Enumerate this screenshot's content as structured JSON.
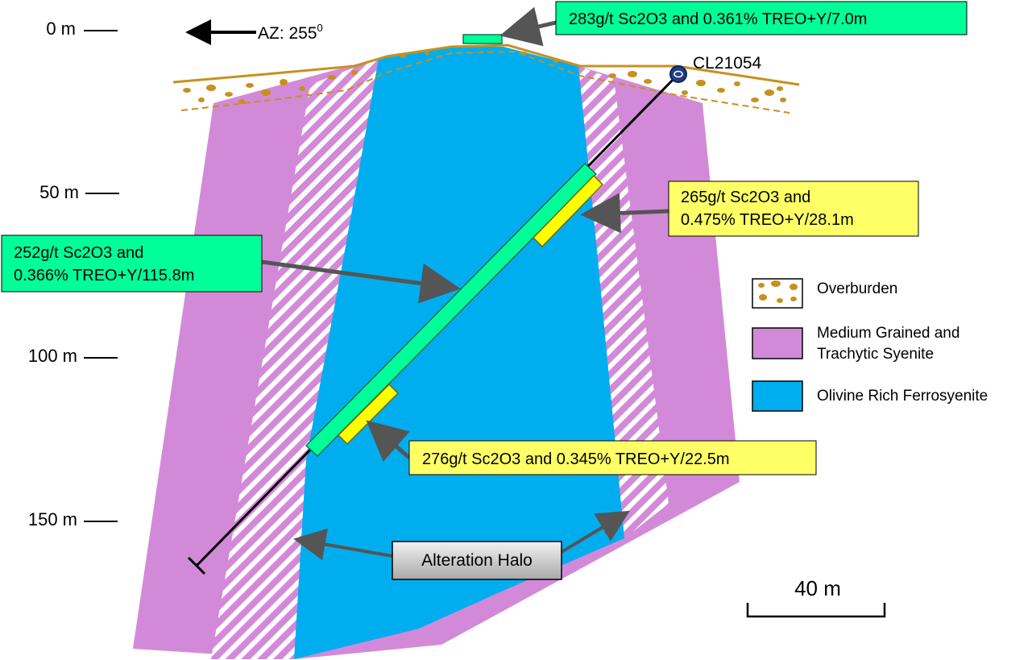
{
  "depth_labels": [
    "0 m",
    "50 m",
    "100 m",
    "150 m"
  ],
  "azimuth": {
    "label": "AZ: 255",
    "degree_mark": "0"
  },
  "drill_hole": {
    "id": "CL21054"
  },
  "intercepts": [
    {
      "line1": "283g/t Sc2O3 and 0.361% TREO+Y/7.0m",
      "line2": "",
      "color": "#00ff99"
    },
    {
      "line1": "265g/t Sc2O3 and",
      "line2": "0.475% TREO+Y/28.1m",
      "color": "#ffff66"
    },
    {
      "line1": "252g/t Sc2O3 and",
      "line2": "0.366% TREO+Y/115.8m",
      "color": "#00ff99"
    },
    {
      "line1": "276g/t Sc2O3 and 0.345% TREO+Y/22.5m",
      "line2": "",
      "color": "#ffff66"
    }
  ],
  "legend": [
    {
      "line1": "Overburden",
      "line2": ""
    },
    {
      "line1": "Medium Grained and",
      "line2": "Trachytic Syenite"
    },
    {
      "line1": "Olivine Rich Ferrosyenite",
      "line2": ""
    }
  ],
  "alteration_halo": {
    "label": "Alteration Halo"
  },
  "scale_bar": {
    "label": "40 m"
  },
  "colors": {
    "syenite": "#d28ad8",
    "ferrosyenite": "#00aeef",
    "overburden": "#c8901e",
    "green_intercept": "#00ff99",
    "yellow_intercept": "#ffff00",
    "arrow": "#555555"
  }
}
